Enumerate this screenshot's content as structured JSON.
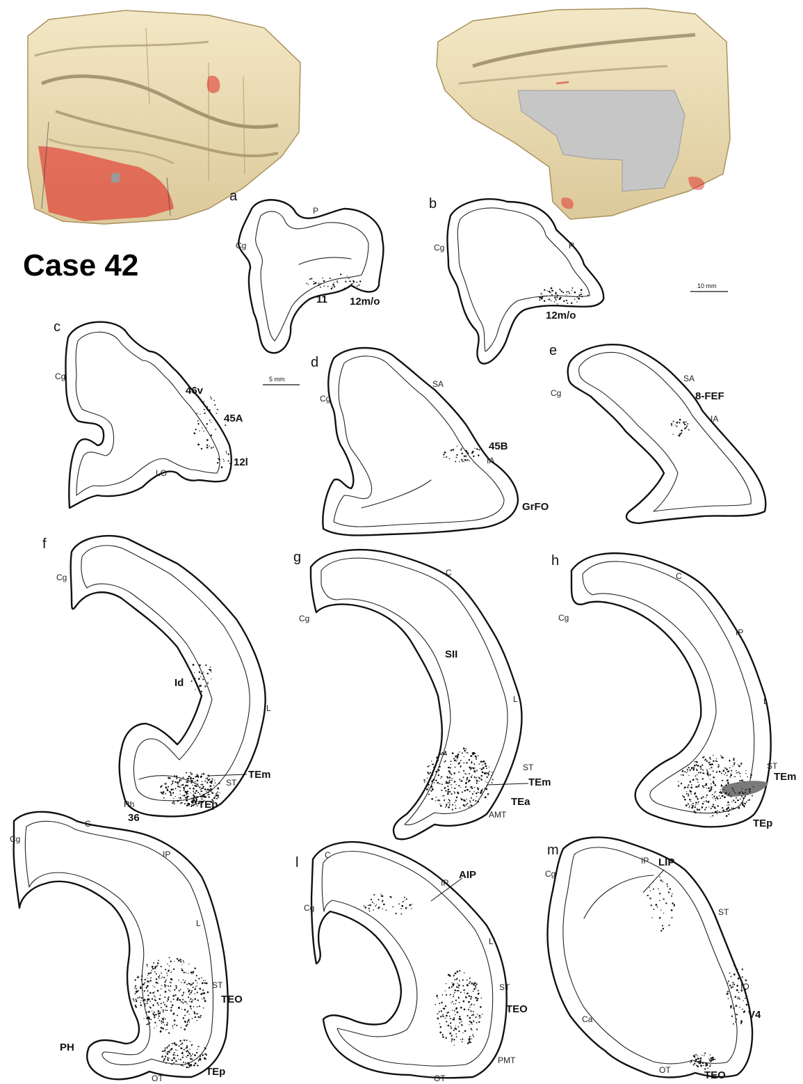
{
  "title": "Case 42",
  "scale_bars": {
    "small": "5 mm",
    "large": "10 mm"
  },
  "colors": {
    "brain_surface": "#efe2bb",
    "brain_shadow": "#c9b583",
    "labeling": "#e11b1b",
    "injection_site": "#7a7a7a",
    "cut_surface": "#c4c4c4"
  },
  "panels": [
    {
      "letter": "a",
      "sulci": [
        "P",
        "Cg"
      ],
      "areas": [
        "11",
        "12m/o"
      ]
    },
    {
      "letter": "b",
      "sulci": [
        "Cg",
        "P"
      ],
      "areas": [
        "12m/o"
      ]
    },
    {
      "letter": "c",
      "sulci": [
        "Cg",
        "LO"
      ],
      "areas": [
        "46v",
        "45A",
        "12l"
      ]
    },
    {
      "letter": "d",
      "sulci": [
        "SA",
        "Cg",
        "IA"
      ],
      "areas": [
        "45B",
        "GrFO"
      ]
    },
    {
      "letter": "e",
      "sulci": [
        "SA",
        "Cg",
        "IA"
      ],
      "areas": [
        "8-FEF"
      ]
    },
    {
      "letter": "f",
      "sulci": [
        "Cg",
        "L",
        "ST",
        "Rh"
      ],
      "areas": [
        "Id",
        "TEm",
        "TEp",
        "36"
      ]
    },
    {
      "letter": "g",
      "sulci": [
        "C",
        "Cg",
        "L",
        "ST",
        "AMT"
      ],
      "areas": [
        "SII",
        "TEm",
        "TEa"
      ]
    },
    {
      "letter": "h",
      "sulci": [
        "C",
        "Cg",
        "IP",
        "L",
        "ST"
      ],
      "areas": [
        "TEm",
        "TEp"
      ]
    },
    {
      "letter": "",
      "sulci": [
        "C",
        "IP",
        "Cg",
        "L",
        "ST",
        "OT"
      ],
      "areas": [
        "TEO",
        "PH",
        "TEp"
      ]
    },
    {
      "letter": "l",
      "sulci": [
        "C",
        "IP",
        "Cg",
        "L",
        "ST",
        "PMT",
        "OT"
      ],
      "areas": [
        "AIP",
        "TEO"
      ]
    },
    {
      "letter": "m",
      "sulci": [
        "IP",
        "Cg",
        "ST",
        "IO",
        "Ca",
        "OT"
      ],
      "areas": [
        "LIP",
        "V4",
        "TEO"
      ]
    }
  ]
}
